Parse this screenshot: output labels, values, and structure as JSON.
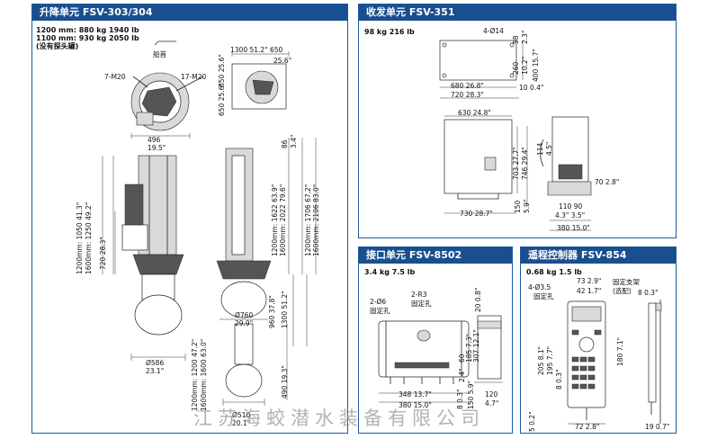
{
  "panels": {
    "hoist": {
      "title": "升降单元 FSV-303/304",
      "weights": [
        "1200 mm: 880 kg 1940 lb",
        "1100 mm: 930 kg 2050 lb",
        "(没有探头罐)"
      ],
      "hull_label": "船首",
      "labels": {
        "m7": "7-M20",
        "m17": "17-M20",
        "w496": "496",
        "w195": "19.5\"",
        "d1300": "1300  51.2\"  650",
        "d256": "25.6\"",
        "d650v": "650  25.6\"",
        "d650v2": "650  25.6\"",
        "h86": "86",
        "h34": "3.4\"",
        "hl1": "1200mm: 1050  41.3\"",
        "hl2": "1600mm: 1250  49.2\"",
        "h720": "720  28.3\"",
        "hr1": "1200mm: 1622  63.9\"",
        "hr2": "1600mm: 2022  79.6\"",
        "hr3": "1200mm: 1706  67.2\"",
        "hr4": "1600mm: 2106  83.0\"",
        "d760": "Ø760",
        "d299": "29.9\"",
        "h960": "960  37.8\"",
        "h1300": "1300  51.2\"",
        "d586": "Ø586",
        "d231": "23.1\"",
        "hb1": "1200mm: 1200  47.2\"",
        "hb2": "1600mm: 1600  63.0\"",
        "h490": "490  19.3\"",
        "d510": "Ø510",
        "d201": "20.1\""
      }
    },
    "transceiver": {
      "title": "收发单元 FSV-351",
      "weight": "98 kg 216 lb",
      "labels": {
        "holes": "4-Ø14",
        "h58": "58",
        "h23": "2.3\"",
        "h260": "260",
        "h102": "10.2\"",
        "h400": "400  15.7\"",
        "w680": "680  26.8\"",
        "w720": "720  28.3\"",
        "m10": "10  0.4\"",
        "w630": "630  24.8\"",
        "h114": "114",
        "h45": "4.5\"",
        "h703": "703  27.7\"",
        "h746": "746  29.4\"",
        "h150": "150",
        "h59": "5.9\"",
        "w730": "730  28.7\"",
        "m70": "70  2.8\"",
        "w110": "110  90",
        "w43": "4.3\" 3.5\"",
        "w380": "380  15.0\""
      }
    },
    "interface": {
      "title": "接口单元 FSV-8502",
      "weight": "3.4 kg  7.5 lb",
      "labels": {
        "holes": "2-Ø6",
        "holes_fix": "固定孔",
        "r3": "2-R3",
        "r3_fix": "固定孔",
        "h20": "20  0.8\"",
        "h60": "60",
        "h185": "185  7.3\"",
        "h307": "307  12.1\"",
        "h24": "2.4\"",
        "h150": "150  5.9\"",
        "h8": "8  0.3\"",
        "w348": "348  13.7\"",
        "w380": "380  15.0\"",
        "w120": "120",
        "w47": "4.7\""
      }
    },
    "remote": {
      "title": "遥程控制器 FSV-854",
      "weight": "0.68 kg  1.5 lb",
      "labels": {
        "holes": "4-Ø3.5",
        "holes_fix": "固定孔",
        "w73": "73  2.9\"",
        "w42": "42  1.7\"",
        "bracket": "固定支架",
        "bracket2": "(选配)",
        "m8": "8  0.3\"",
        "h205": "205  8.1\"",
        "h195": "195  7.7\"",
        "h180": "180  7.1\"",
        "h8": "8  0.3\"",
        "h5": "5  0.2\"",
        "w72": "72  2.8\"",
        "w19": "19  0.7\""
      }
    }
  },
  "watermark": "江苏海蛟潜水装备有限公司",
  "colors": {
    "header_bg": "#1a4f8f",
    "border": "#1c5a9c"
  }
}
